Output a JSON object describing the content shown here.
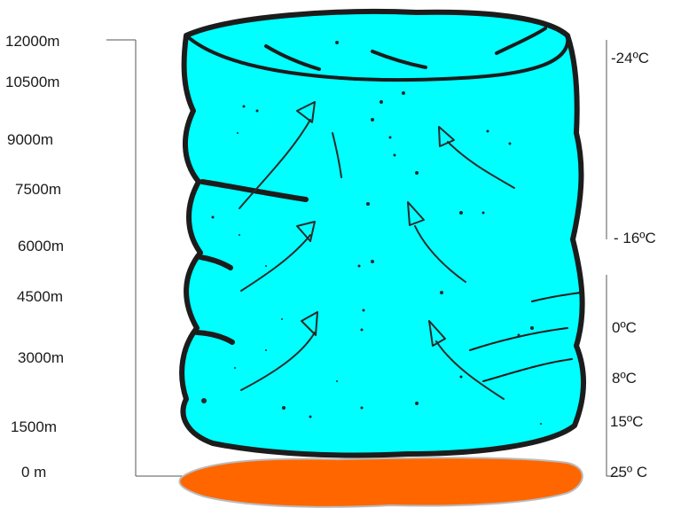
{
  "diagram": {
    "altitude_labels": [
      "12000m",
      "10500m",
      "9000m",
      "7500m",
      "6000m",
      "4500m",
      "3000m",
      "1500m",
      "0 m"
    ],
    "temperature_labels": [
      "-24ºC",
      "- 16ºC",
      "0ºC",
      "8ºC",
      "15ºC",
      "25º C"
    ],
    "colors": {
      "cloud_fill": "#00ffff",
      "cloud_outline": "#1c1c1c",
      "ground_fill": "#ff6600",
      "axis_line": "#555555"
    }
  }
}
